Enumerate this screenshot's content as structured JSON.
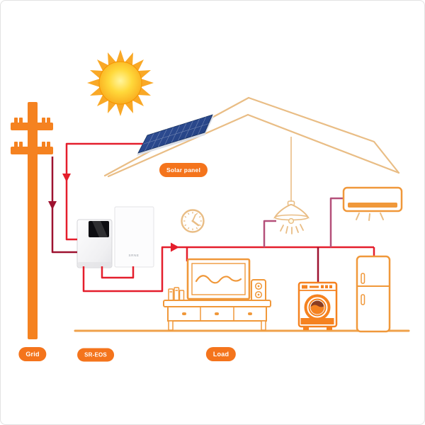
{
  "labels": {
    "solar_panel": "Solar panel",
    "grid": "Grid",
    "inverter_system": "SR-EOS",
    "load": "Load"
  },
  "battery": {
    "logo": "SRNE"
  },
  "colors": {
    "orange": "#f58220",
    "appliance_orange": "#f0983a",
    "pale_orange": "#e9bd85",
    "floor_orange": "#efa14a",
    "wire_red": "#e41e2c",
    "wire_dark": "#9e1230",
    "wire_mauve": "#b4507a",
    "panel_blue": "#2c4c95",
    "panel_blue_dark": "#1d3a78",
    "label_bg": "#f4741c",
    "sun_ray": "#f9a826",
    "sun_core": "#fff59d",
    "sun_edge": "#f9a61a"
  }
}
